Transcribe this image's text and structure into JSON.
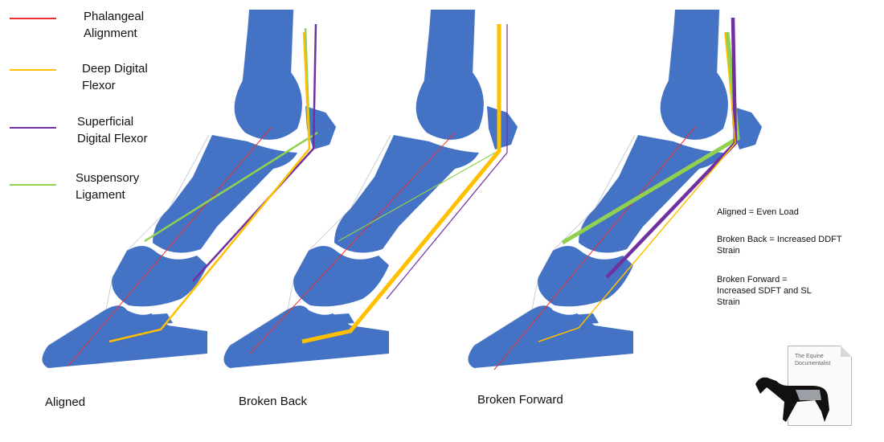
{
  "legend": {
    "phalangeal_alignment": {
      "label": "Phalangeal Alignment",
      "color": "#e8322f"
    },
    "deep_digital_flexor": {
      "label": "Deep Digital Flexor",
      "color": "#ffc000"
    },
    "superficial_digital_flexor": {
      "label": "Superficial Digital Flexor",
      "color": "#7030a0"
    },
    "suspensory_ligament": {
      "label": "Suspensory Ligament",
      "color": "#92d050"
    }
  },
  "bone_color": "#4472c4",
  "panels": [
    {
      "label": "Aligned"
    },
    {
      "label": "Broken Back"
    },
    {
      "label": "Broken Forward"
    }
  ],
  "notes": [
    "Aligned = Even Load",
    "Broken Back = Increased DDFT Strain",
    "Broken Forward = Increased SDFT and SL Strain"
  ],
  "logo": {
    "text": "The Equine Documentalist",
    "icon": "horse-silhouette-icon"
  }
}
